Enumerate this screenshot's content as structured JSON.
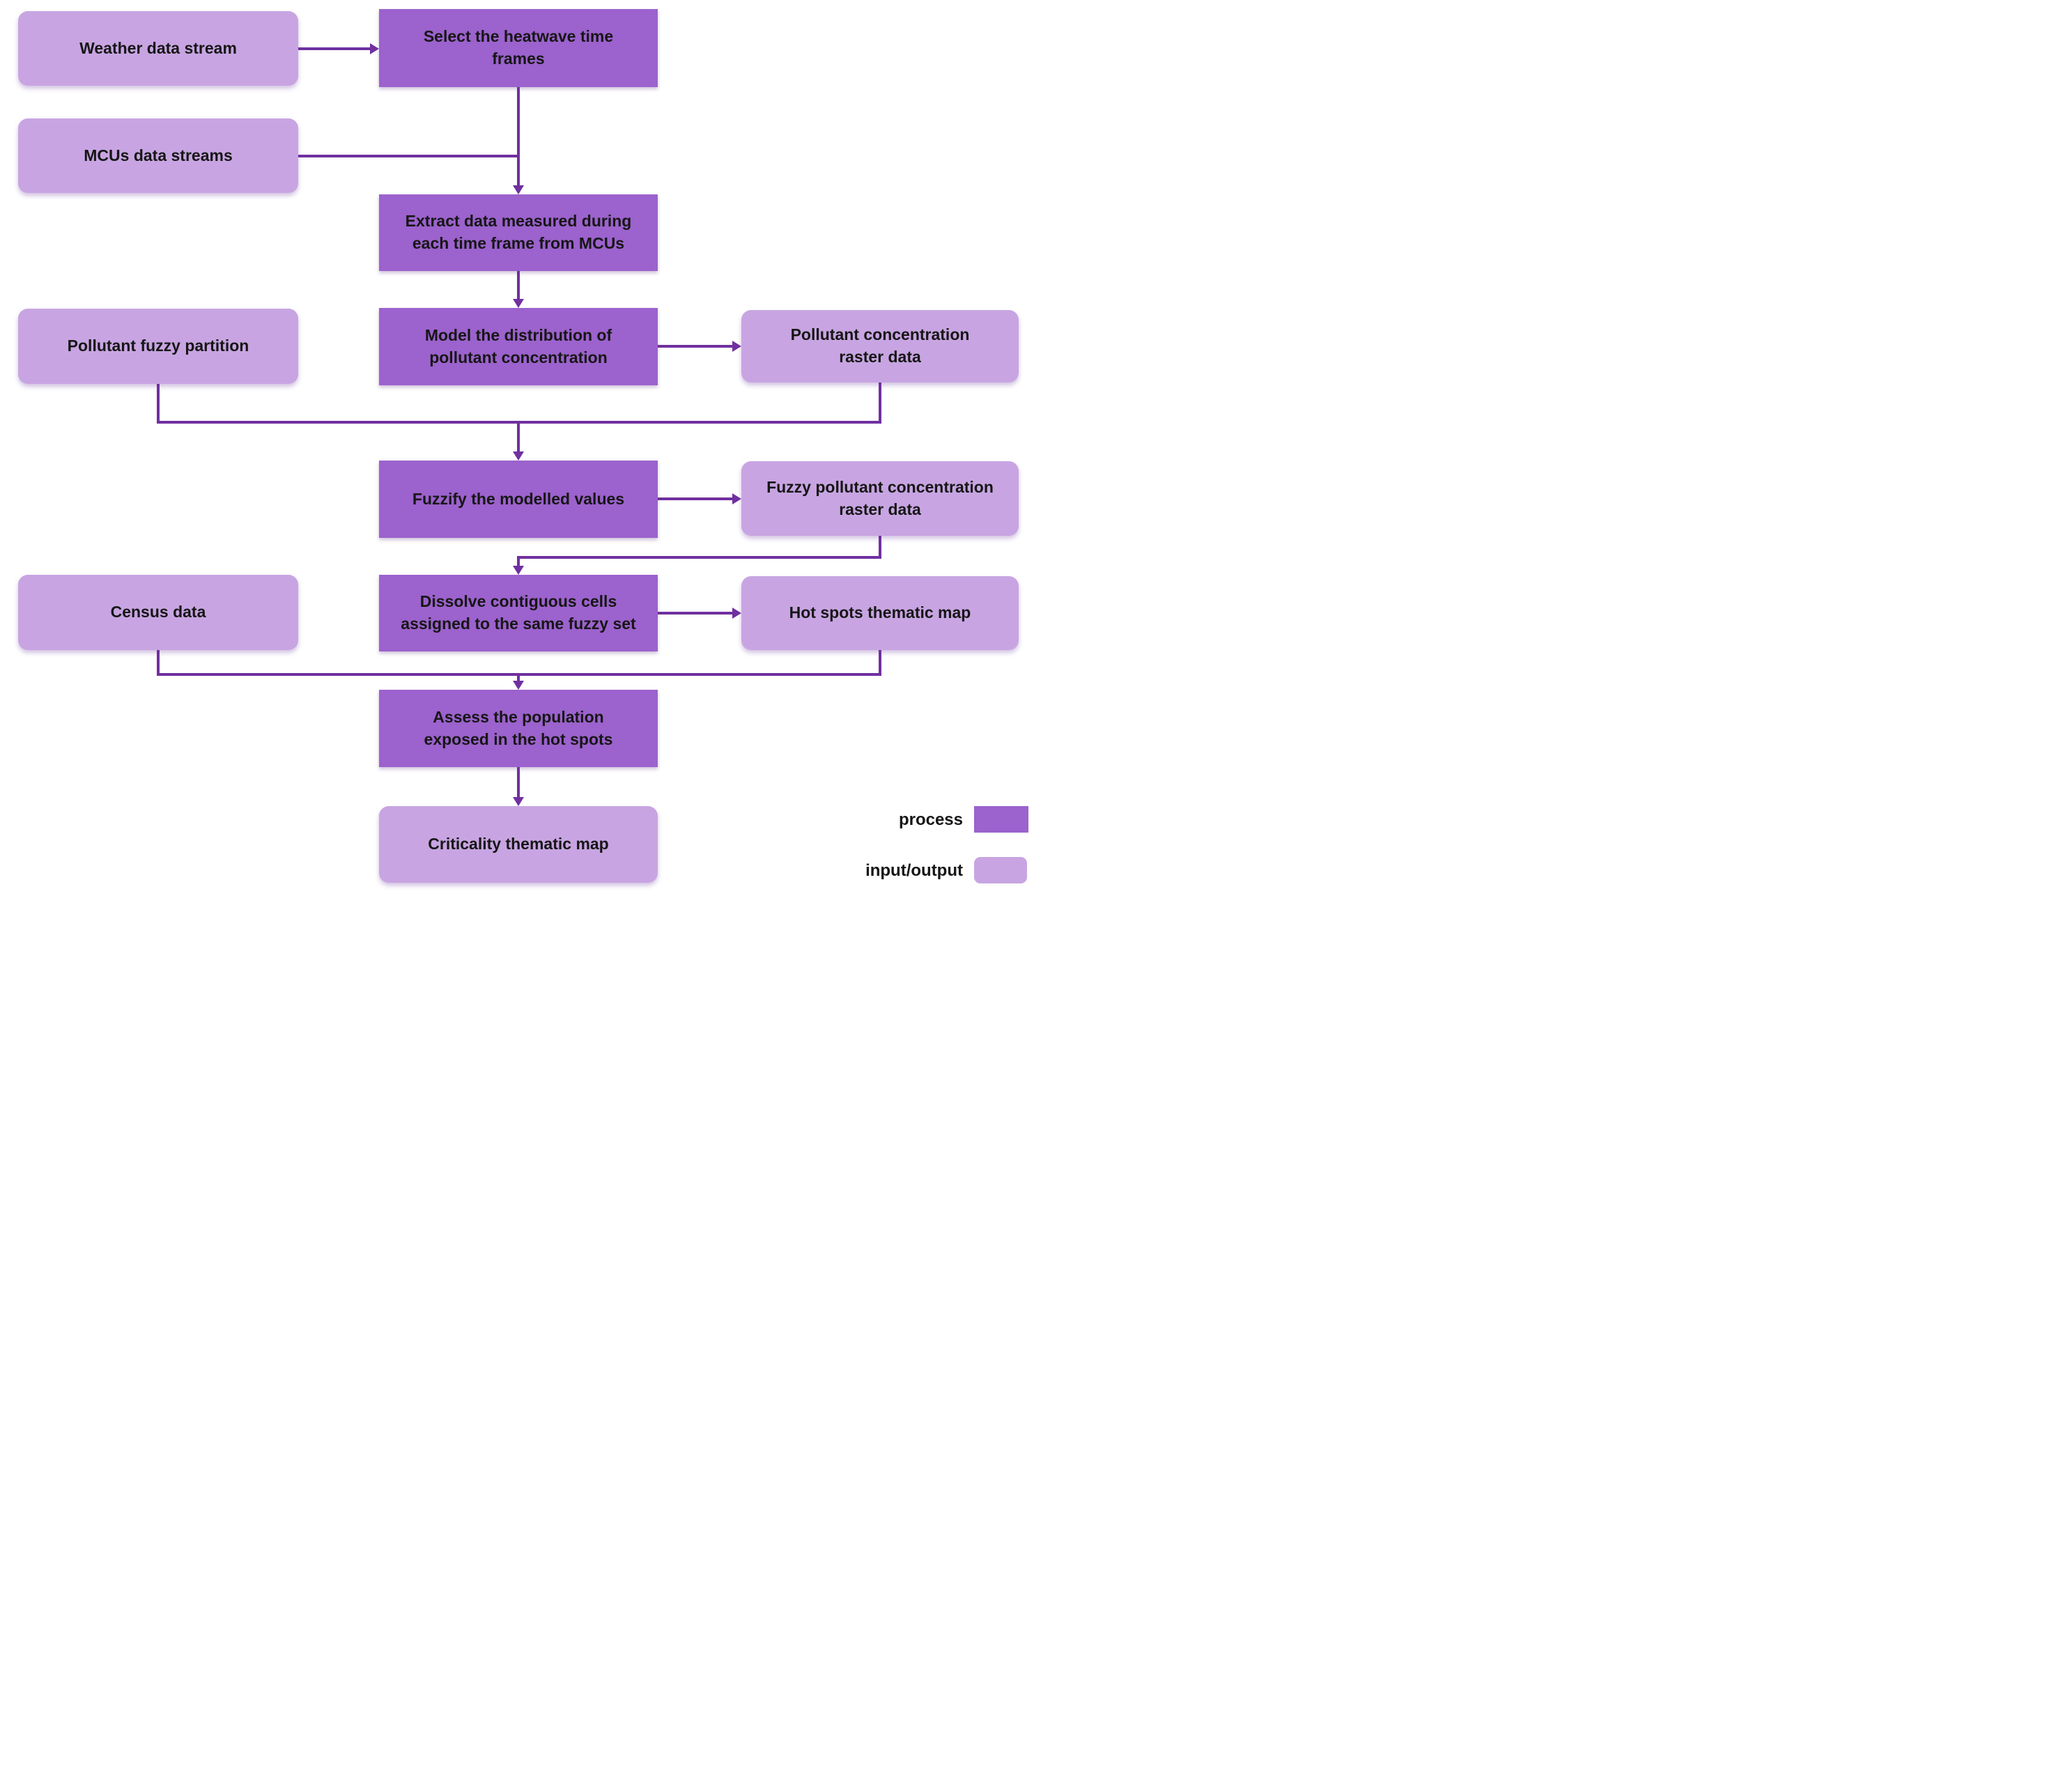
{
  "diagram_type": "flowchart",
  "colors": {
    "process_fill": "#9c62cd",
    "io_fill": "#c8a5e2",
    "connector": "#7030a0",
    "text": "#161616",
    "background": "#ffffff"
  },
  "nodes": {
    "weather": {
      "label": "Weather data stream",
      "type": "input_output"
    },
    "select": {
      "label": "Select the heatwave time\nframes",
      "type": "process"
    },
    "mcus": {
      "label": "MCUs data streams",
      "type": "input_output"
    },
    "extract": {
      "label": "Extract data measured during\neach time frame from MCUs",
      "type": "process"
    },
    "partition": {
      "label": "Pollutant fuzzy partition",
      "type": "input_output"
    },
    "model": {
      "label": "Model the distribution of\npollutant concentration",
      "type": "process"
    },
    "raster": {
      "label": "Pollutant concentration\nraster data",
      "type": "input_output"
    },
    "fuzzify": {
      "label": "Fuzzify  the modelled values",
      "type": "process"
    },
    "fuzzy_raster": {
      "label": "Fuzzy pollutant concentration\nraster data",
      "type": "input_output"
    },
    "census": {
      "label": "Census data",
      "type": "input_output"
    },
    "dissolve": {
      "label": "Dissolve contiguous cells\nassigned to the same fuzzy set",
      "type": "process"
    },
    "hot_spots": {
      "label": "Hot spots thematic map",
      "type": "input_output"
    },
    "assess": {
      "label": "Assess the population\nexposed in the hot spots",
      "type": "process"
    },
    "criticality": {
      "label": "Criticality thematic map",
      "type": "input_output"
    }
  },
  "edges": [
    {
      "from": "weather",
      "to": "select"
    },
    {
      "from": "select",
      "to": "extract"
    },
    {
      "from": "mcus",
      "to": "extract"
    },
    {
      "from": "extract",
      "to": "model"
    },
    {
      "from": "model",
      "to": "raster"
    },
    {
      "from": "partition",
      "to": "fuzzify"
    },
    {
      "from": "raster",
      "to": "fuzzify"
    },
    {
      "from": "fuzzify",
      "to": "fuzzy_raster"
    },
    {
      "from": "fuzzy_raster",
      "to": "dissolve"
    },
    {
      "from": "dissolve",
      "to": "hot_spots"
    },
    {
      "from": "census",
      "to": "assess"
    },
    {
      "from": "hot_spots",
      "to": "assess"
    },
    {
      "from": "assess",
      "to": "criticality"
    }
  ],
  "legend": {
    "process_label": "process",
    "io_label": "input/output"
  }
}
